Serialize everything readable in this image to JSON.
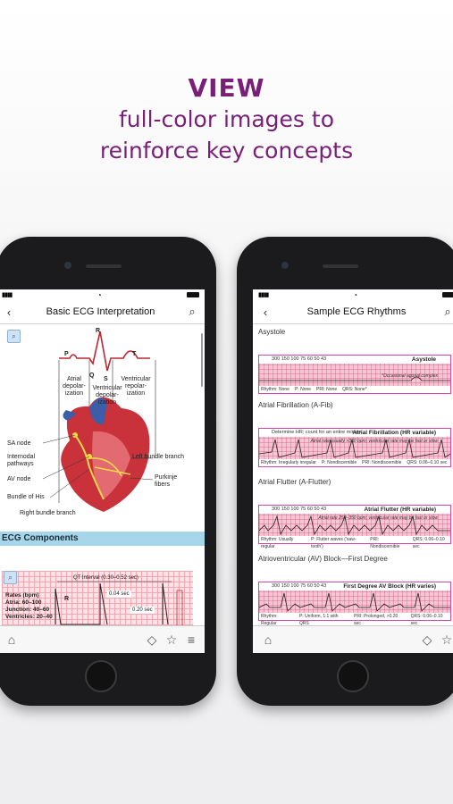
{
  "headline": {
    "title": "VIEW",
    "subtitle_line1": "full-color images to",
    "subtitle_line2": "reinforce key concepts"
  },
  "colors": {
    "brand": "#7a1f78",
    "section_header": "#a7d6ea"
  },
  "left_screen": {
    "nav_title": "Basic ECG Interpretation",
    "back_icon": "chevron-left-icon",
    "search_icon": "search-icon",
    "diagram_labels": {
      "R": "R",
      "P": "P",
      "T": "T",
      "Q": "Q",
      "S": "S",
      "atrial_depol": "Atrial depolar- ization",
      "ventricular_depol": "Ventricular depolar- ization",
      "ventricular_repol": "Ventricular repolar- ization",
      "sa_node": "SA node",
      "internodal": "Internodal pathways",
      "av_node": "AV node",
      "bundle_his": "Bundle of His",
      "right_bundle": "Right bundle branch",
      "left_bundle": "Left bundle branch",
      "purkinje": "Purkinje fibers"
    },
    "section_header": "ECG Components",
    "ecg": {
      "qt_interval": "QT Interval (0.30–0.52 sec)",
      "rates_title": "Rates (bpm)",
      "atria": "Atria: 60–100",
      "junction": "Junction: 40–60",
      "ventricles": "Ventricles: 20–40",
      "r_label": "R",
      "interval_004": "0.04 sec",
      "interval_020": "0.20 sec"
    },
    "tabs": [
      "home-icon",
      "tag-icon",
      "star-icon",
      "list-icon"
    ]
  },
  "right_screen": {
    "nav_title": "Sample ECG Rhythms",
    "back_icon": "chevron-left-icon",
    "search_icon": "search-icon",
    "rhythms": [
      {
        "name": "Asystole",
        "strip_title": "Asystole",
        "note": "*Occasional agonal complex",
        "meta": [
          "Rhythm: None",
          "P: None",
          "PRI: None",
          "QRS: None*"
        ]
      },
      {
        "name": "Atrial Fibrillation (A-Fib)",
        "strip_title": "Atrial Fibrillation (HR variable)",
        "note": "Atrial rate usually >350 bpm; ventricular rate may be fast or slow",
        "meta": [
          "Rhythm: Irregularly irregular",
          "P: Nondiscernible",
          "PRI: Nondiscernible",
          "QRS: 0.06–0.10 sec"
        ]
      },
      {
        "name": "Atrial Flutter (A-Flutter)",
        "strip_title": "Atrial Flutter (HR variable)",
        "note": "Atrial rate 250–350 bpm; ventricular rate may be fast or slow",
        "meta": [
          "Rhythm: Usually regular",
          "P: Flutter waves ('saw-tooth')",
          "PRI: Nondiscernible",
          "QRS: 0.06–0.10 sec"
        ]
      },
      {
        "name": "Atrioventricular (AV) Block—First Degree",
        "strip_title": "First Degree AV Block (HR varies)",
        "note": "",
        "meta": [
          "Rhythm: Regular",
          "P: Uniform, 1:1 with QRS",
          "PRI: Prolonged, >0.20 sec",
          "QRS: 0.06–0.10 sec"
        ]
      }
    ],
    "tabs": [
      "home-icon",
      "tag-icon",
      "star-icon"
    ]
  }
}
